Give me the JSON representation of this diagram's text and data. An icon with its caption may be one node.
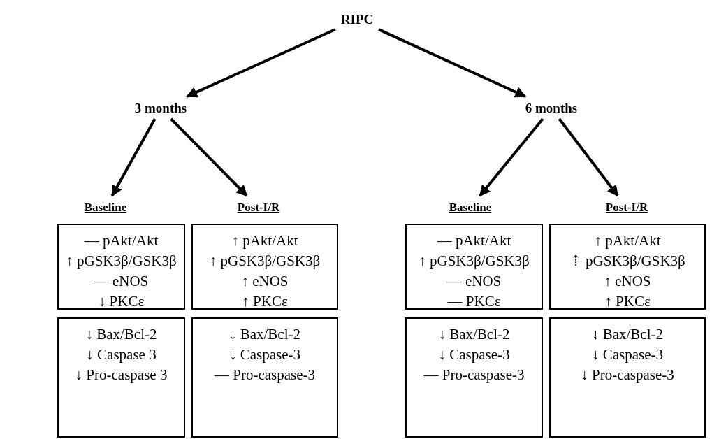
{
  "diagram": {
    "nodes": [
      {
        "text": [
          "RIPC"
        ]
      },
      {
        "text": [
          "3 months"
        ]
      },
      {
        "text": [
          "6 months"
        ]
      },
      {
        "text": [
          "Baseline"
        ]
      },
      {
        "text": [
          "Post-I/R"
        ]
      },
      {
        "text": [
          "Baseline"
        ]
      },
      {
        "text": [
          "Post-I/R"
        ]
      },
      {
        "text": [
          "— pAkt/Akt",
          "↑ pGSK3β/GSK3β",
          "— eNOS",
          "↓ PKCε"
        ]
      },
      {
        "text": [
          "↑ pAkt/Akt",
          "↑ pGSK3β/GSK3β",
          "↑ eNOS",
          "↑ PKCε"
        ]
      },
      {
        "text": [
          "— pAkt/Akt",
          "↑ pGSK3β/GSK3β",
          "— eNOS",
          "— PKCε"
        ]
      },
      {
        "text": [
          "↑ pAkt/Akt",
          "⇡ pGSK3β/GSK3β",
          "↑ eNOS",
          "↑ PKCε"
        ]
      },
      {
        "text": [
          "↓ Bax/Bcl-2",
          "↓ Caspase 3",
          "↓ Pro-caspase 3"
        ]
      },
      {
        "text": [
          "↓ Bax/Bcl-2",
          "↓ Caspase-3",
          "— Pro-caspase-3"
        ]
      },
      {
        "text": [
          "↓ Bax/Bcl-2",
          "↓ Caspase-3",
          "— Pro-caspase-3"
        ]
      },
      {
        "text": [
          "↓ Bax/Bcl-2",
          "↓ Caspase-3",
          "↓ Pro-caspase-3"
        ]
      }
    ],
    "edges": [
      {
        "from": 0,
        "to": 1,
        "arrow": "to"
      },
      {
        "from": 0,
        "to": 2,
        "arrow": "to"
      },
      {
        "from": 1,
        "to": 3,
        "arrow": "to"
      },
      {
        "from": 1,
        "to": 4,
        "arrow": "to"
      },
      {
        "from": 2,
        "to": 5,
        "arrow": "to"
      },
      {
        "from": 2,
        "to": 6,
        "arrow": "to"
      }
    ]
  }
}
